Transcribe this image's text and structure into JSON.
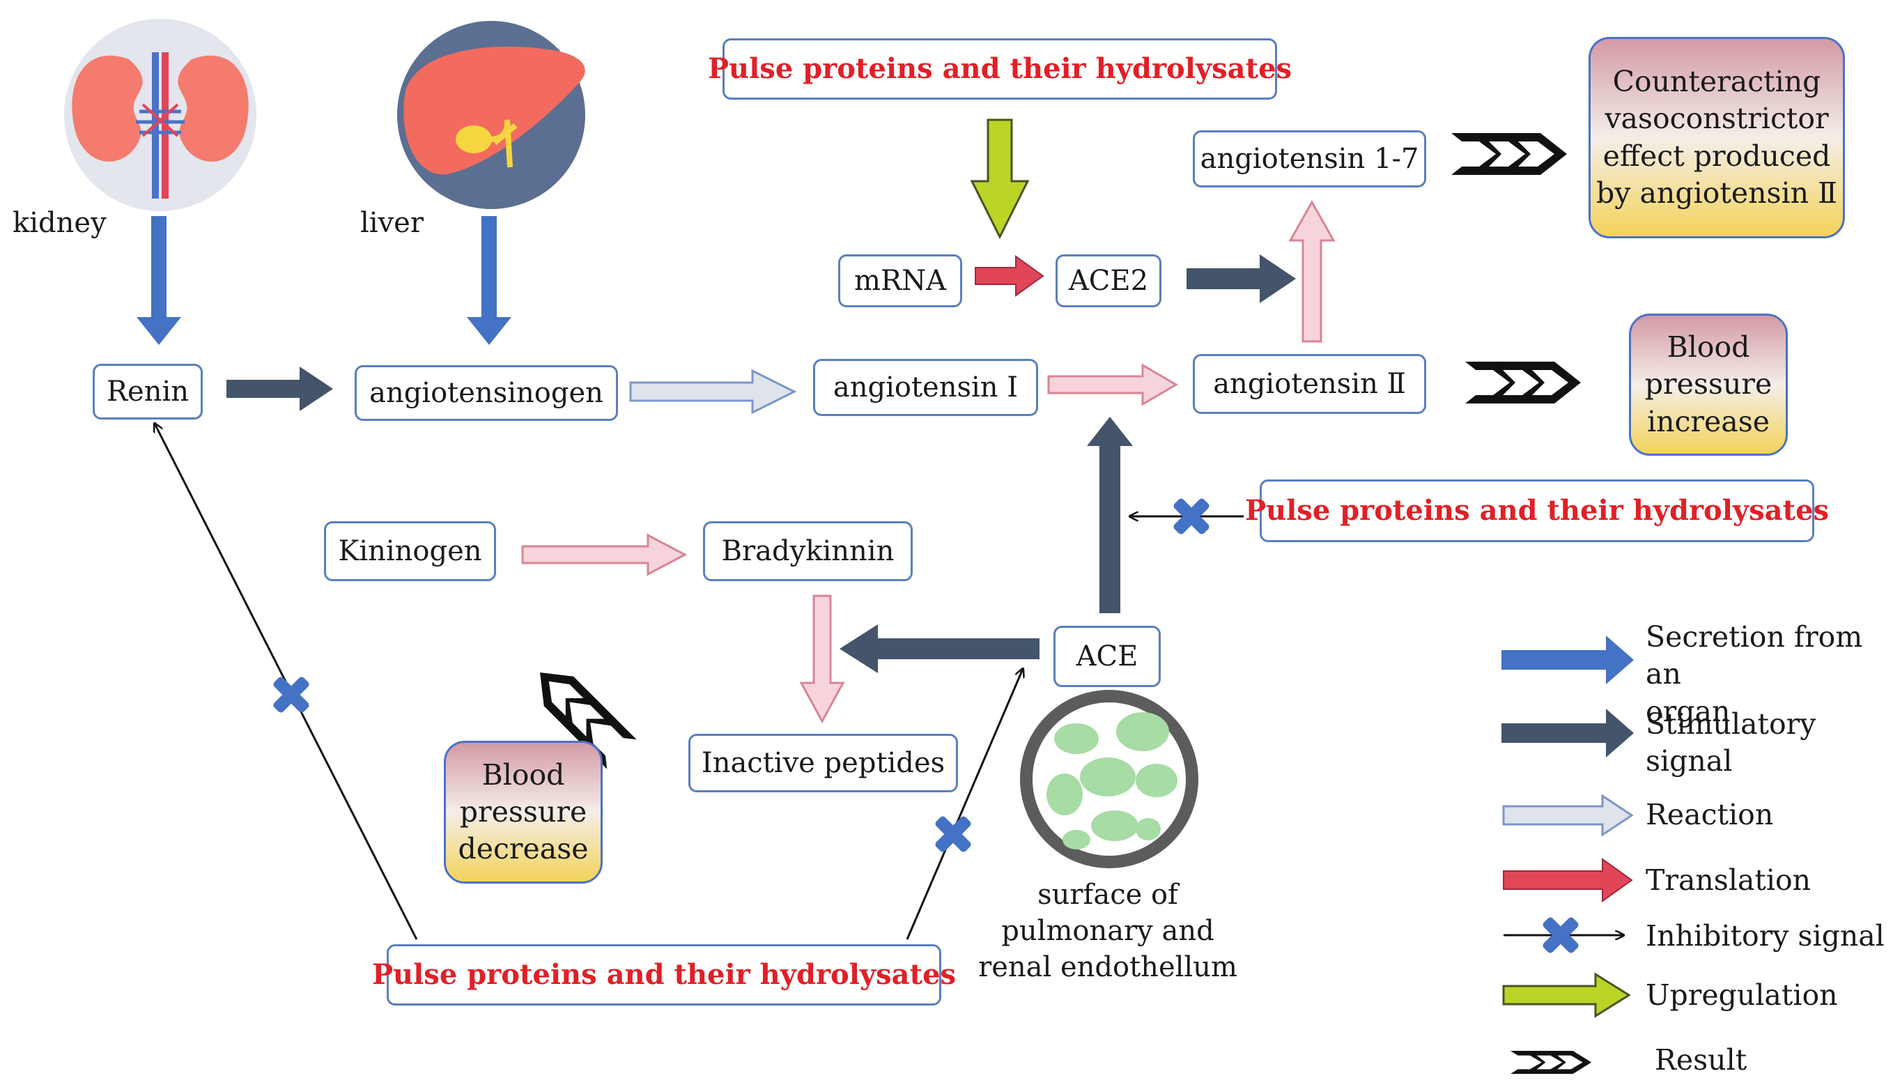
{
  "organs": {
    "kidney_label": "kidney",
    "liver_label": "liver"
  },
  "nodes": {
    "renin": "Renin",
    "angiotensinogen": "angiotensinogen",
    "angiotensin1": "angiotensin I",
    "angiotensin2": "angiotensin Ⅱ",
    "angiotensin17": "angiotensin 1-7",
    "mrna": "mRNA",
    "ace2": "ACE2",
    "ace": "ACE",
    "kininogen": "Kininogen",
    "bradykinnin": "Bradykinnin",
    "inactive": "Inactive peptides"
  },
  "pulse": {
    "top": "Pulse proteins and their hydrolysates",
    "right": "Pulse proteins and their hydrolysates",
    "bottom": "Pulse proteins and their hydrolysates"
  },
  "results": {
    "counteract": [
      "Counteracting",
      "vasoconstrictor",
      "effect produced",
      "by angiotensin Ⅱ"
    ],
    "increase": [
      "Blood",
      "pressure",
      "increase"
    ],
    "decrease": [
      "Blood",
      "pressure",
      "decrease"
    ]
  },
  "endothelium_caption": [
    "surface of",
    "pulmonary and",
    "renal endothellum"
  ],
  "legend": {
    "secretion": [
      "Secretion from an",
      "organ"
    ],
    "stimulatory": [
      "Stimulatory",
      "signal"
    ],
    "reaction": "Reaction",
    "translation": "Translation",
    "inhibitory": "Inhibitory signal",
    "upregulation": "Upregulation",
    "result": "Result"
  },
  "colors": {
    "secretion": "#4472c4",
    "stimulatory": "#44546a",
    "reaction": "#dfe3ec",
    "translation": "#e04658",
    "upregulation": "#bcd426",
    "inhibitory_x": "#4472c4",
    "pulse_text": "#e02027",
    "result_arrow": "#111111"
  }
}
